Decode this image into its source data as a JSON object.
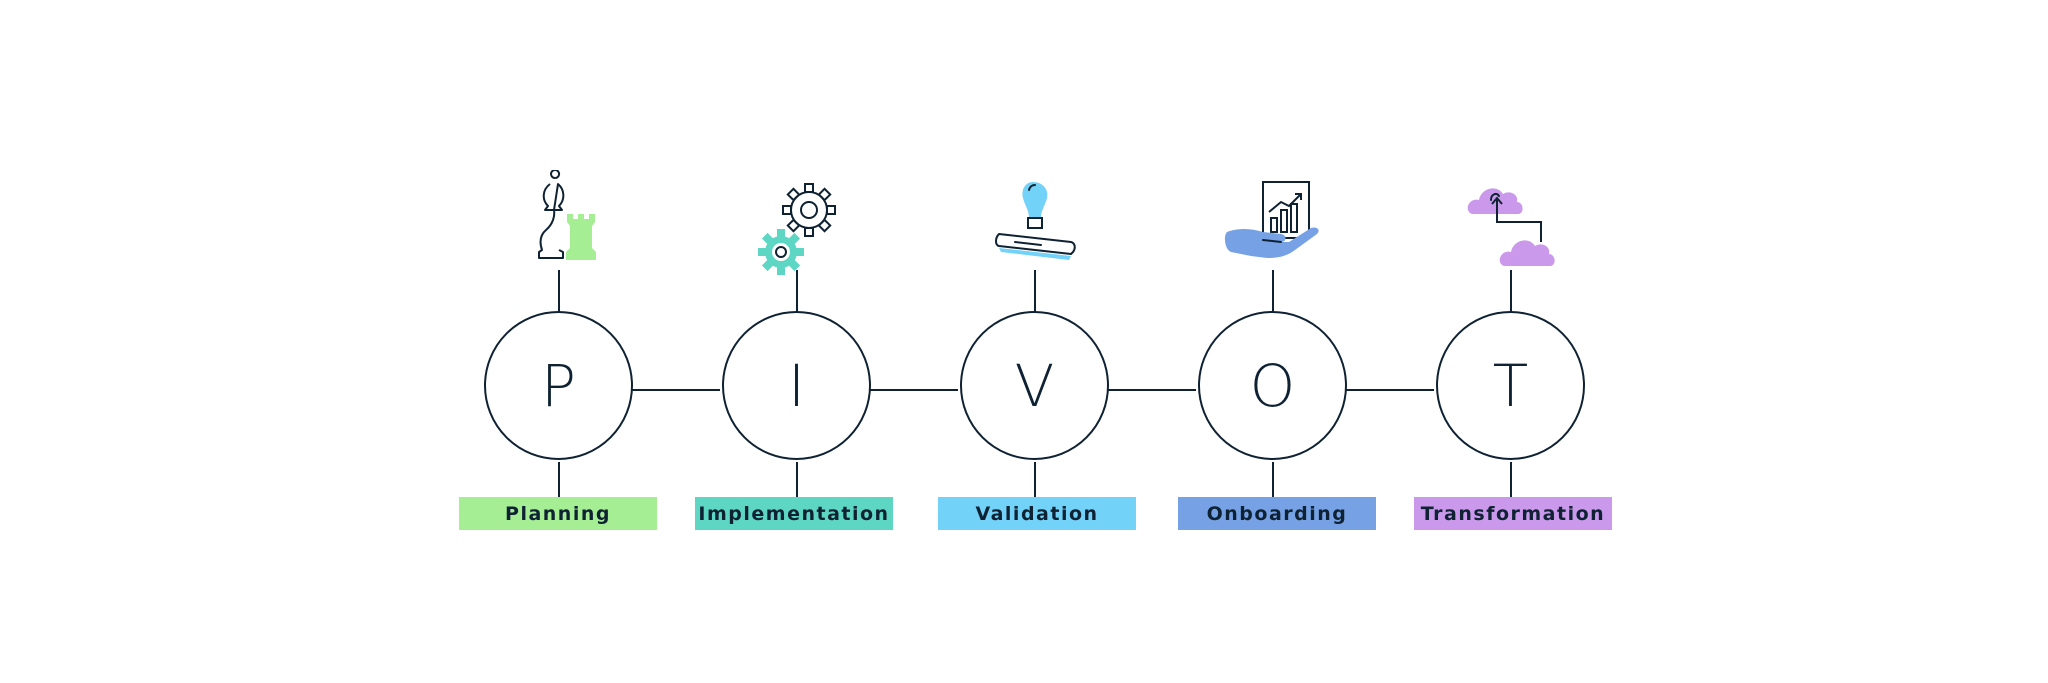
{
  "diagram": {
    "stages": [
      {
        "letter": "P",
        "label": "Planning",
        "icon": "chess-pieces-icon",
        "color": "#a5ee94"
      },
      {
        "letter": "I",
        "label": "Implementation",
        "icon": "gears-icon",
        "color": "#5ed6c4"
      },
      {
        "letter": "V",
        "label": "Validation",
        "icon": "stamp-icon",
        "color": "#72d2f8"
      },
      {
        "letter": "O",
        "label": "Onboarding",
        "icon": "hand-chart-icon",
        "color": "#76a2e5"
      },
      {
        "letter": "T",
        "label": "Transformation",
        "icon": "cloud-transfer-icon",
        "color": "#cb99ec"
      }
    ],
    "line_color": "#0f2233"
  }
}
